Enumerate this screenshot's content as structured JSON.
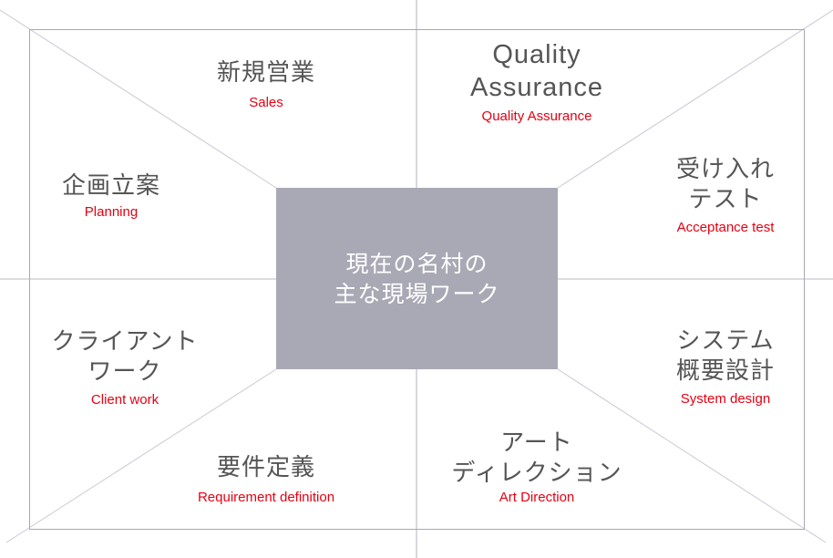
{
  "diagram": {
    "center": {
      "lines": [
        "現在の名村の",
        "主な現場ワーク"
      ],
      "fill_color": "#a9a8b5",
      "text_color": "#ffffff"
    },
    "colors": {
      "main_text": "#555555",
      "sub_text": "#e60012",
      "border": "#a8a7b5",
      "guide": "#d4d3dc"
    },
    "segments": [
      {
        "id": "sales",
        "jp_lines": [
          "新規営業"
        ],
        "en": "Sales"
      },
      {
        "id": "qa",
        "jp_lines": [
          "Quality",
          "Assurance"
        ],
        "en": "Quality Assurance"
      },
      {
        "id": "acceptance",
        "jp_lines": [
          "受け入れ",
          "テスト"
        ],
        "en": "Acceptance test"
      },
      {
        "id": "system-design",
        "jp_lines": [
          "システム",
          "概要設計"
        ],
        "en": "System design"
      },
      {
        "id": "art-direction",
        "jp_lines": [
          "アート",
          "ディレクション"
        ],
        "en": "Art Direction"
      },
      {
        "id": "requirement",
        "jp_lines": [
          "要件定義"
        ],
        "en": "Requirement definition"
      },
      {
        "id": "client-work",
        "jp_lines": [
          "クライアント",
          "ワーク"
        ],
        "en": "Client work"
      },
      {
        "id": "planning",
        "jp_lines": [
          "企画立案"
        ],
        "en": "Planning"
      }
    ]
  }
}
